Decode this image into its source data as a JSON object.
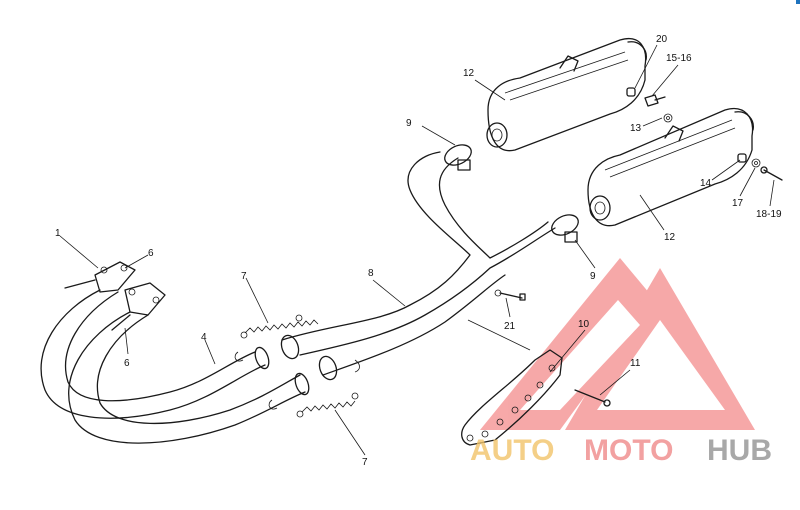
{
  "callouts": {
    "c1": "1",
    "c4": "4",
    "c6a": "6",
    "c6b": "6",
    "c7a": "7",
    "c7b": "7",
    "c8": "8",
    "c9a": "9",
    "c9b": "9",
    "c10": "10",
    "c11": "11",
    "c12a": "12",
    "c12b": "12",
    "c13": "13",
    "c14": "14",
    "c15_16": "15-16",
    "c17": "17",
    "c18_19": "18-19",
    "c20": "20",
    "c21": "21"
  },
  "watermark": {
    "word_auto": "AUTO",
    "word_moto": "MOTO",
    "word_hub": "HUB",
    "color_auto": "#f2c46a",
    "color_moto": "#f08a8a",
    "color_hub": "#9a9a9a",
    "logo_color": "#f06262"
  },
  "accent_corner": "#1e73be"
}
